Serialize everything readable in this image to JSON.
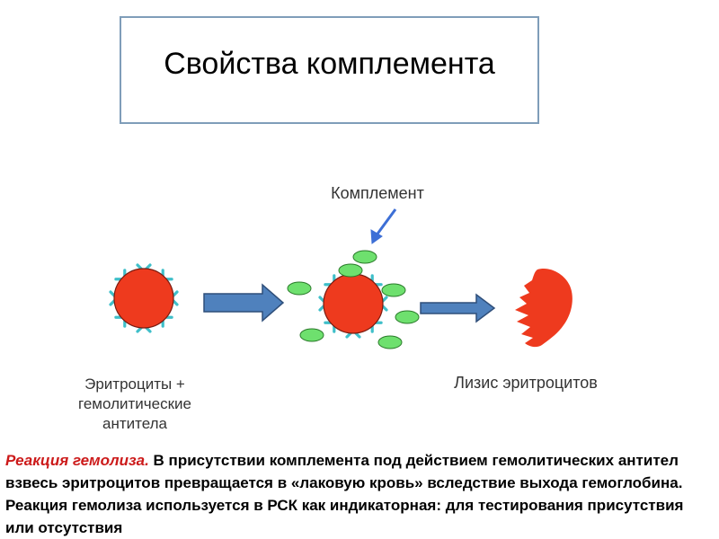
{
  "title": "Свойства комплемента",
  "labels": {
    "complement": "Комплемент",
    "erythrocytes_line1": "Эритроциты +",
    "erythrocytes_line2": "гемолитические",
    "erythrocytes_line3": "антитела",
    "lysis": "Лизис эритроцитов"
  },
  "description": {
    "lead": "Реакция гемолиза.",
    "text": " В присутствии комплемента под действием гемолитических антител взвесь эритроцитов превращается в «лаковую кровь» вследствие выхода гемоглобина. Реакция гемолиза используется в РСК как индикаторная: для тестирования присутствия или отсутствия"
  },
  "colors": {
    "cell": "#ee3a1e",
    "antibody": "#3fbfc9",
    "complement": "#6ee06e",
    "arrow_fill": "#4f81bd",
    "arrow_stroke": "#2f4f7a",
    "pointer": "#3d6fd6",
    "lysed_cell": "#ee3a1e"
  }
}
